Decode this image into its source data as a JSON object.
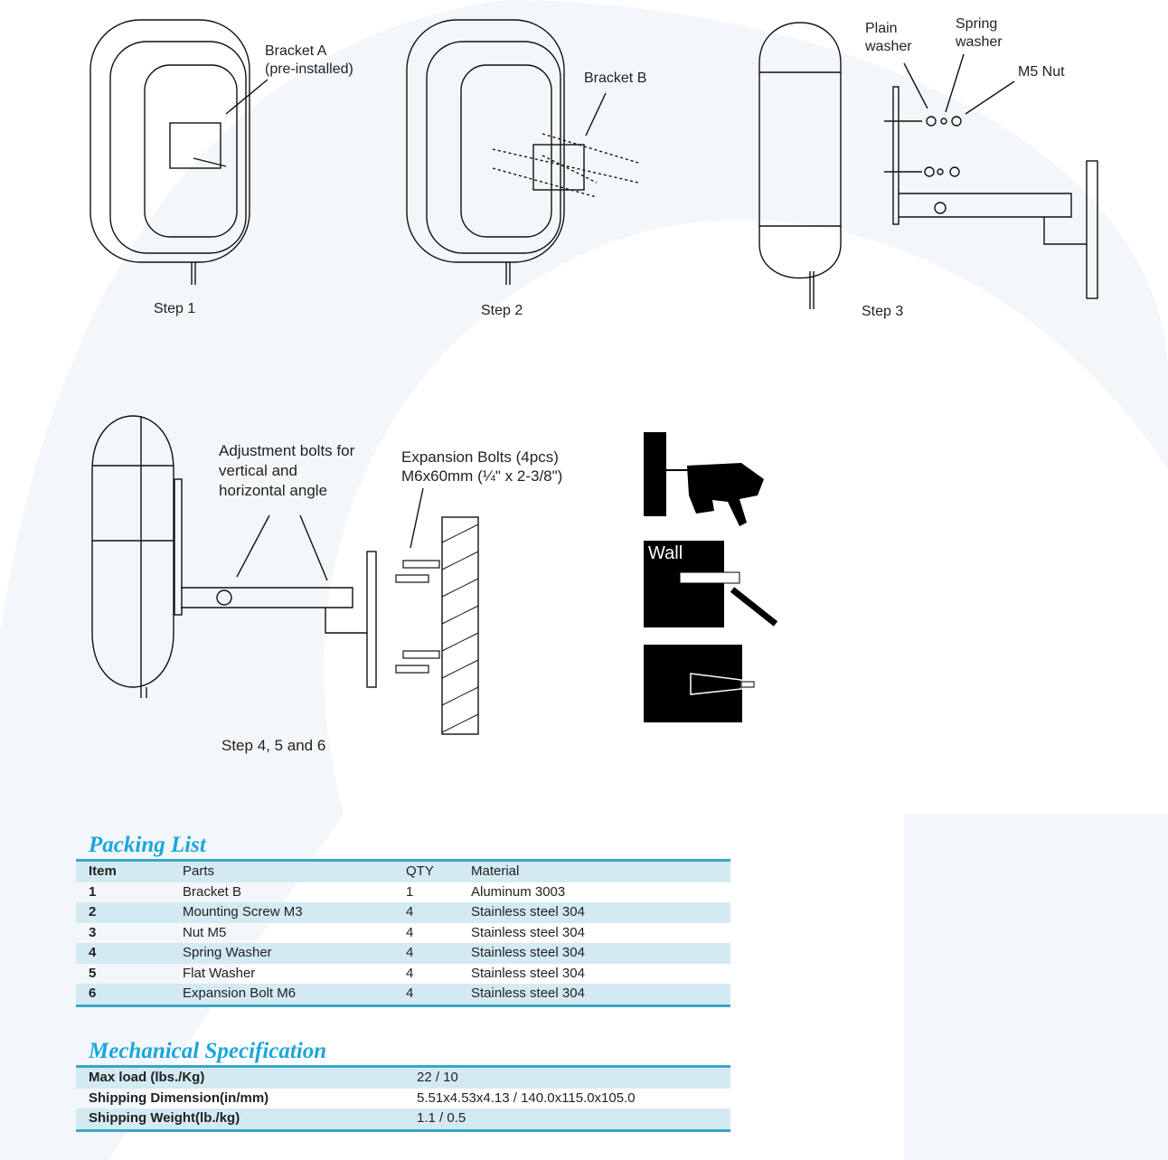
{
  "steps": {
    "step1": {
      "caption": "Step 1",
      "label_bracket_a": "Bracket A\n(pre-installed)"
    },
    "step2": {
      "caption": "Step 2",
      "label_bracket_b": "Bracket B"
    },
    "step3": {
      "caption": "Step 3",
      "label_plain_washer": "Plain\nwasher",
      "label_spring_washer": "Spring\nwasher",
      "label_m5_nut": "M5 Nut"
    },
    "step456": {
      "caption": "Step 4, 5 and 6",
      "label_adjustment": "Adjustment bolts for\nvertical and\nhorizontal angle",
      "label_expansion": "Expansion Bolts (4pcs)\nM6x60mm (¼\" x 2-3/8\")"
    },
    "wall_label": "Wall"
  },
  "packing_list": {
    "title": "Packing List",
    "headers": [
      "Item",
      "Parts",
      "QTY",
      "Material"
    ],
    "rows": [
      [
        "1",
        "Bracket B",
        "1",
        "Aluminum 3003"
      ],
      [
        "2",
        "Mounting Screw M3",
        "4",
        "Stainless steel 304"
      ],
      [
        "3",
        "Nut M5",
        "4",
        "Stainless steel 304"
      ],
      [
        "4",
        "Spring Washer",
        "4",
        "Stainless steel 304"
      ],
      [
        "5",
        "Flat Washer",
        "4",
        "Stainless steel 304"
      ],
      [
        "6",
        "Expansion Bolt M6",
        "4",
        "Stainless steel 304"
      ]
    ]
  },
  "mechanical_spec": {
    "title": "Mechanical Specification",
    "rows": [
      [
        "Max load (lbs./Kg)",
        "22 / 10"
      ],
      [
        "Shipping Dimension(in/mm)",
        "5.51x4.53x4.13 / 140.0x115.0x105.0"
      ],
      [
        "Shipping Weight(lb./kg)",
        "1.1 / 0.5"
      ]
    ]
  },
  "colors": {
    "accent": "#1ba6dc",
    "rule": "#3aa6c4",
    "row_alt": "#d4eaf3"
  }
}
